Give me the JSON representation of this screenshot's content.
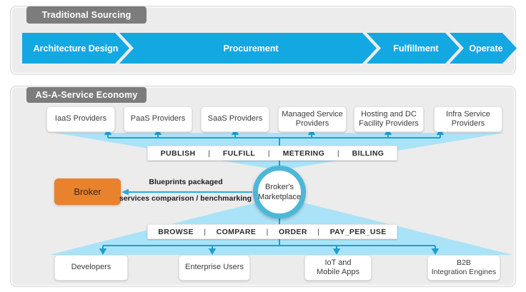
{
  "colors": {
    "accent_blue": "#14a8e2",
    "funnel_blue": "#aae3f8",
    "connector_teal": "#1d9fd2",
    "label_gray": "#7c7c7c",
    "panel_gray": "#ececec",
    "broker_orange": "#e8822d",
    "ring_teal": "#4cb7d6"
  },
  "traditional": {
    "label": "Traditional Sourcing",
    "steps": [
      "Architecture Design",
      "Procurement",
      "Fulfillment",
      "Operate"
    ]
  },
  "service": {
    "label": "AS-A-Service Economy",
    "sep": "|",
    "providers": [
      {
        "lines": [
          "IaaS Providers"
        ]
      },
      {
        "lines": [
          "PaaS Providers"
        ]
      },
      {
        "lines": [
          "SaaS Providers"
        ]
      },
      {
        "lines": [
          "Managed Service",
          "Providers"
        ]
      },
      {
        "lines": [
          "Hosting and DC",
          "Facility Providers"
        ]
      },
      {
        "lines": [
          "Infra Service",
          "Providers"
        ]
      }
    ],
    "top_functions": [
      "PUBLISH",
      "FULFILL",
      "METERING",
      "BILLING"
    ],
    "bottom_functions": [
      "BROWSE",
      "COMPARE",
      "ORDER",
      "PAY_PER_USE"
    ],
    "marketplace_lines": [
      "Broker's",
      "Marketplace"
    ],
    "broker_label": "Broker",
    "note_lines": [
      "Blueprints packaged",
      "services comparison / benchmarking"
    ],
    "consumers": [
      {
        "lines": [
          "Developers"
        ]
      },
      {
        "lines": [
          "Enterprise Users"
        ]
      },
      {
        "lines": [
          "IoT and",
          "Mobile Apps"
        ]
      },
      {
        "lines": [
          "B2B",
          "Integration Engines"
        ]
      }
    ]
  }
}
